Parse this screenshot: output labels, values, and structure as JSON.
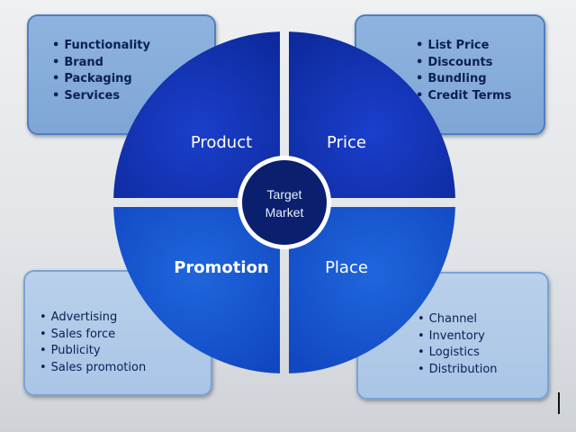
{
  "center_label": {
    "line1": "Target",
    "line2": "Market"
  },
  "quadrants": {
    "product": "Product",
    "price": "Price",
    "promotion": "Promotion",
    "place": "Place"
  },
  "product_items": [
    "Functionality",
    "Brand",
    "Packaging",
    "Services"
  ],
  "price_items": [
    "List Price",
    "Discounts",
    "Bundling",
    "Credit Terms"
  ],
  "promotion_items": [
    "Advertising",
    "Sales force",
    "Publicity",
    "Sales promotion"
  ],
  "place_items": [
    "Channel",
    "Inventory",
    "Logistics",
    "Distribution"
  ],
  "colors": {
    "top_quadrant": "#0f2fb4",
    "bottom_quadrant": "#1556cf",
    "center": "#0a1f6e",
    "separator": "#ffffff",
    "item_text": "#0b1f55"
  }
}
